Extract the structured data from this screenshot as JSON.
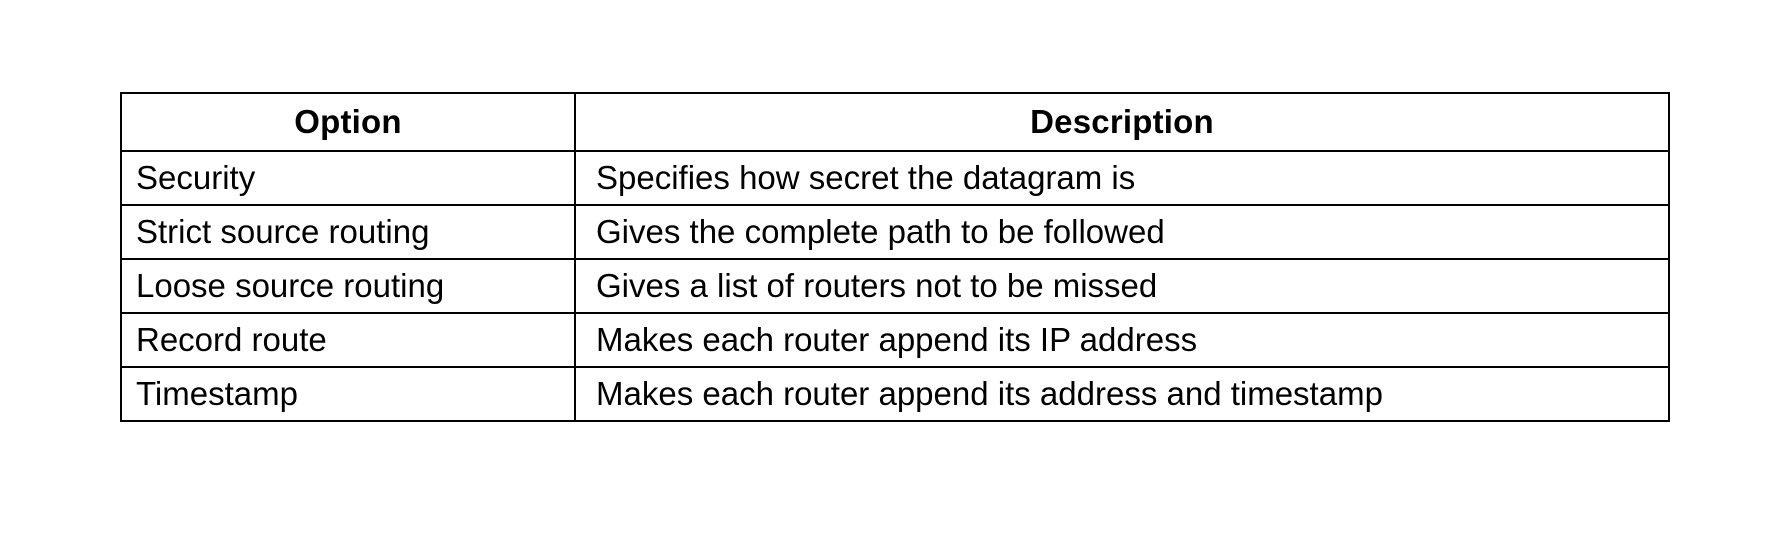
{
  "table": {
    "columns": [
      {
        "key": "option",
        "label": "Option",
        "align": "center"
      },
      {
        "key": "description",
        "label": "Description",
        "align": "center"
      }
    ],
    "rows": [
      {
        "option": "Security",
        "description": "Specifies how secret the datagram is"
      },
      {
        "option": "Strict source routing",
        "description": "Gives the complete path to be followed"
      },
      {
        "option": "Loose source routing",
        "description": "Gives a list of routers not to be missed"
      },
      {
        "option": "Record route",
        "description": "Makes each router append its IP address"
      },
      {
        "option": "Timestamp",
        "description": "Makes each router append its address and timestamp"
      }
    ]
  },
  "style": {
    "border_color": "#000000",
    "text_color": "#000000",
    "background": "#ffffff"
  }
}
